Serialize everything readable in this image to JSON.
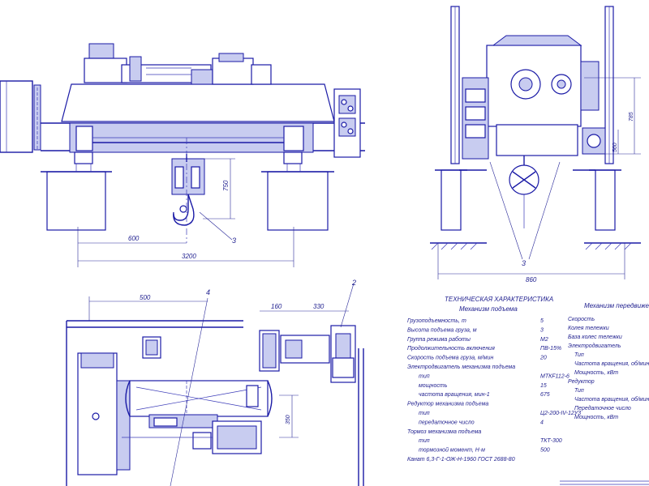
{
  "dimensions": {
    "span_bottom": "3200",
    "span_left": "600",
    "lift_height": "750",
    "side_width": "860",
    "side_height_top": "785",
    "side_height_low": "560",
    "plan_left": "500",
    "plan_mid": "160",
    "plan_right": "330",
    "plan_vertical": "350"
  },
  "callouts": {
    "c1": "3",
    "c2": "3",
    "c3": "4",
    "c4": "2"
  },
  "spec": {
    "title": "ТЕХНИЧЕСКАЯ ХАРАКТЕРИСТИКА",
    "subtitle_left": "Механизм подъема",
    "subtitle_right": "Механизм передвижения",
    "left_rows": [
      {
        "label": "Грузоподъемность, т",
        "value": "5"
      },
      {
        "label": "Высота подъема груза, м",
        "value": "3"
      },
      {
        "label": "Группа режима работы",
        "value": "М2"
      },
      {
        "label": "Продолжительность включения",
        "value": "ПВ-15%"
      },
      {
        "label": "Скорость подъема груза, м/мин",
        "value": "20"
      },
      {
        "label": "Электродвигатель механизма подъема",
        "value": ""
      },
      {
        "label": "тип",
        "value": "МТКF112-6"
      },
      {
        "label": "мощность",
        "value": "15"
      },
      {
        "label": "частота вращения, мин-1",
        "value": "675"
      },
      {
        "label": "Редуктор механизма подъема",
        "value": ""
      },
      {
        "label": "тип",
        "value": "Ц2-200-IV-12У3"
      },
      {
        "label": "передаточное число",
        "value": "4"
      },
      {
        "label": "Тормоз механизма подъема",
        "value": ""
      },
      {
        "label": "тип",
        "value": "ТКТ-300"
      },
      {
        "label": "тормозной момент, Н·м",
        "value": "500"
      },
      {
        "label": "Канат 6,3-Г-1-ОЖ-Н-1960 ГОСТ 2688-80",
        "value": ""
      }
    ],
    "right_rows": [
      "Скорость",
      "Колея тележки",
      "База колес тележки",
      "Электродвигатель",
      "Тип",
      "Частота вращения, об/мин",
      "Мощность, кВт",
      "Редуктор",
      "Тип",
      "Частота вращения, об/мин",
      "Передаточное число",
      "Мощность, кВт"
    ]
  }
}
